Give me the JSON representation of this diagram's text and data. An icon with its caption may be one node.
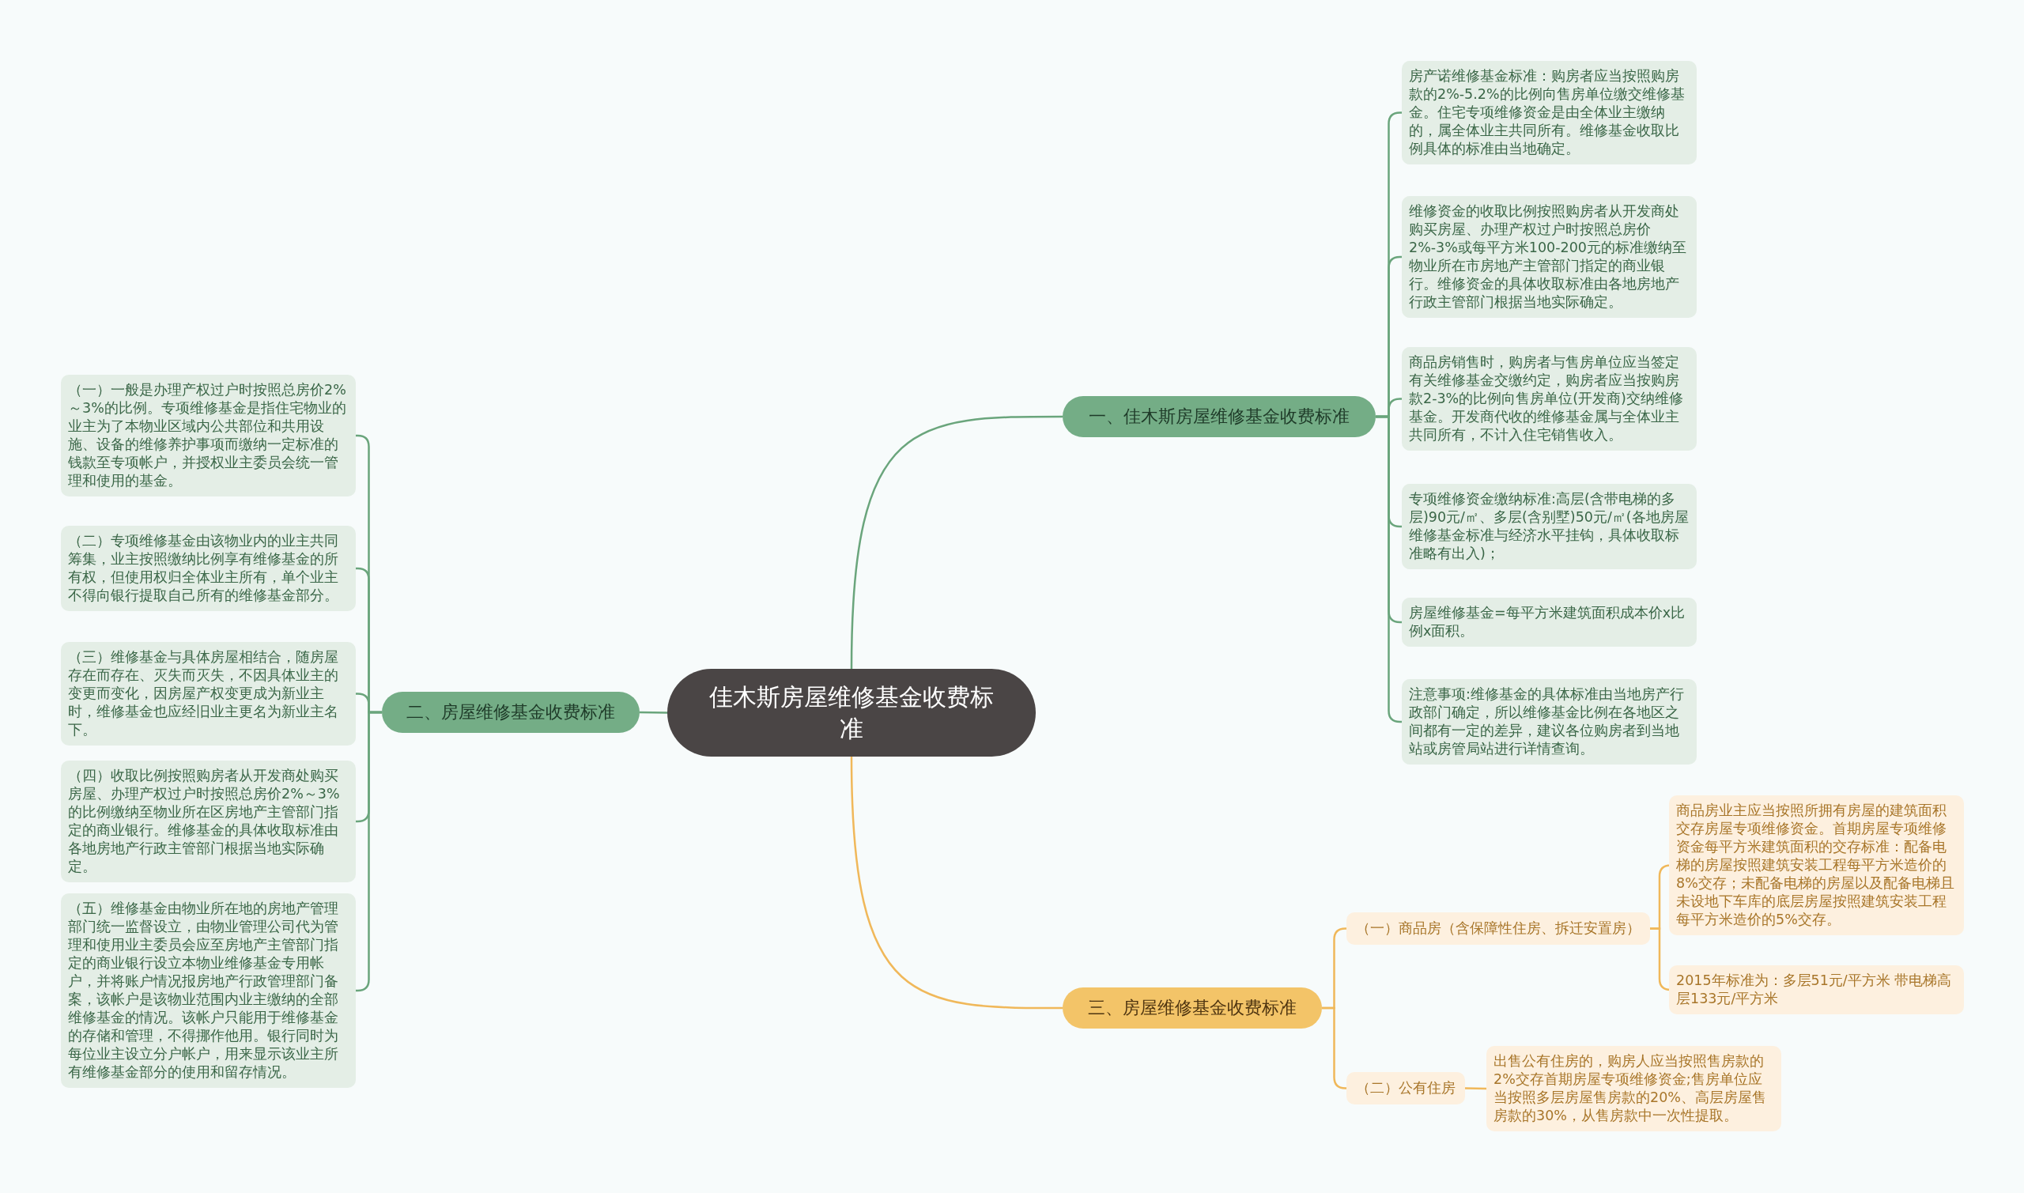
{
  "diagram": {
    "nodes": [
      {
        "text": [
          "佳木斯房屋维修基金收费标准"
        ]
      },
      {
        "text": [
          "一、佳木斯房屋维修基金收费标准"
        ]
      },
      {
        "text": [
          "房产诺维修基金标准：购房者应当按照购房款的2%-5.2%的比例向售房单位缴交维修基金。住宅专项维修资金是由全体业主缴纳的，属全体业主共同所有。维修基金收取比例具体的标准由当地确定。"
        ]
      },
      {
        "text": [
          "维修资金的收取比例按照购房者从开发商处购买房屋、办理产权过户时按照总房价2%-3%或每平方米100-200元的标准缴纳至物业所在市房地产主管部门指定的商业银行。维修资金的具体收取标准由各地房地产行政主管部门根据当地实际确定。"
        ]
      },
      {
        "text": [
          "商品房销售时，购房者与售房单位应当签定有关维修基金交缴约定，购房者应当按购房款2-3%的比例向售房单位(开发商)交纳维修基金。开发商代收的维修基金属与全体业主共同所有，不计入住宅销售收入。"
        ]
      },
      {
        "text": [
          "专项维修资金缴纳标准:高层(含带电梯的多层)90元/㎡、多层(含别墅)50元/㎡(各地房屋维修基金标准与经济水平挂钩，具体收取标准略有出入)；"
        ]
      },
      {
        "text": [
          "房屋维修基金=每平方米建筑面积成本价x比例x面积。"
        ]
      },
      {
        "text": [
          "注意事项:维修基金的具体标准由当地房产行政部门确定，所以维修基金比例在各地区之间都有一定的差异，建议各位购房者到当地站或房管局站进行详情查询。"
        ]
      },
      {
        "text": [
          "二、房屋维修基金收费标准"
        ]
      },
      {
        "text": [
          "（一）一般是办理产权过户时按照总房价2%～3%的比例。专项维修基金是指住宅物业的业主为了本物业区域内公共部位和共用设施、设备的维修养护事项而缴纳一定标准的钱款至专项帐户，并授权业主委员会统一管理和使用的基金。"
        ]
      },
      {
        "text": [
          "（二）专项维修基金由该物业内的业主共同筹集，业主按照缴纳比例享有维修基金的所有权，但使用权归全体业主所有，单个业主不得向银行提取自己所有的维修基金部分。"
        ]
      },
      {
        "text": [
          "（三）维修基金与具体房屋相结合，随房屋存在而存在、灭失而灭失，不因具体业主的变更而变化，因房屋产权变更成为新业主时，维修基金也应经旧业主更名为新业主名下。"
        ]
      },
      {
        "text": [
          "（四）收取比例按照购房者从开发商处购买房屋、办理产权过户时按照总房价2%～3%的比例缴纳至物业所在区房地产主管部门指定的商业银行。维修基金的具体收取标准由各地房地产行政主管部门根据当地实际确定。"
        ]
      },
      {
        "text": [
          "（五）维修基金由物业所在地的房地产管理部门统一监督设立，由物业管理公司代为管理和使用业主委员会应至房地产主管部门指定的商业银行设立本物业维修基金专用帐户，并将账户情况报房地产行政管理部门备案，该帐户是该物业范围内业主缴纳的全部维修基金的情况。该帐户只能用于维修基金的存储和管理，不得挪作他用。银行同时为每位业主设立分户帐户，用来显示该业主所有维修基金部分的使用和留存情况。"
        ]
      },
      {
        "text": [
          "三、房屋维修基金收费标准"
        ]
      },
      {
        "text": [
          "（一）商品房（含保障性住房、拆迁安置房）"
        ]
      },
      {
        "text": [
          "商品房业主应当按照所拥有房屋的建筑面积交存房屋专项维修资金。首期房屋专项维修资金每平方米建筑面积的交存标准：配备电梯的房屋按照建筑安装工程每平方米造价的8%交存；未配备电梯的房屋以及配备电梯且未设地下车库的底层房屋按照建筑安装工程每平方米造价的5%交存。"
        ]
      },
      {
        "text": [
          "2015年标准为：多层51元/平方米 带电梯高层133元/平方米"
        ]
      },
      {
        "text": [
          "（二）公有住房"
        ]
      },
      {
        "text": [
          "出售公有住房的，购房人应当按照售房款的2%交存首期房屋专项维修资金;售房单位应当按照多层房屋售房款的20%、高层房屋售房款的30%，从售房款中一次性提取。"
        ]
      }
    ],
    "edges": [
      {
        "from": 0,
        "to": 1,
        "arrow": "none"
      },
      {
        "from": 1,
        "to": 2,
        "arrow": "none"
      },
      {
        "from": 1,
        "to": 3,
        "arrow": "none"
      },
      {
        "from": 1,
        "to": 4,
        "arrow": "none"
      },
      {
        "from": 1,
        "to": 5,
        "arrow": "none"
      },
      {
        "from": 1,
        "to": 6,
        "arrow": "none"
      },
      {
        "from": 1,
        "to": 7,
        "arrow": "none"
      },
      {
        "from": 0,
        "to": 8,
        "arrow": "none"
      },
      {
        "from": 8,
        "to": 9,
        "arrow": "none"
      },
      {
        "from": 8,
        "to": 10,
        "arrow": "none"
      },
      {
        "from": 8,
        "to": 11,
        "arrow": "none"
      },
      {
        "from": 8,
        "to": 12,
        "arrow": "none"
      },
      {
        "from": 8,
        "to": 13,
        "arrow": "none"
      },
      {
        "from": 0,
        "to": 14,
        "arrow": "none",
        "color": "#f0b85a"
      },
      {
        "from": 14,
        "to": 15,
        "arrow": "none",
        "color": "#f0b85a"
      },
      {
        "from": 15,
        "to": 16,
        "arrow": "none",
        "color": "#f0b85a"
      },
      {
        "from": 15,
        "to": 17,
        "arrow": "none",
        "color": "#f0b85a"
      },
      {
        "from": 14,
        "to": 18,
        "arrow": "none",
        "color": "#f0b85a"
      },
      {
        "from": 18,
        "to": 19,
        "arrow": "none",
        "color": "#f0b85a"
      }
    ]
  }
}
